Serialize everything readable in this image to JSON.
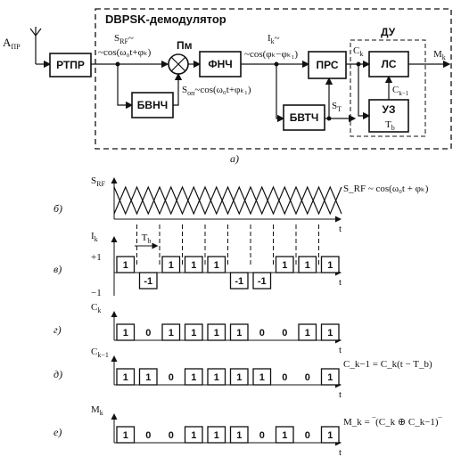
{
  "title": "DBPSK-демодулятор",
  "antenna_label": "A",
  "antenna_sub": "ПР",
  "blocks": {
    "rtpr": "РТПР",
    "pm": "Пм",
    "fnch": "ФНЧ",
    "prs": "ПРС",
    "du": "ДУ",
    "ls": "ЛС",
    "bvnch": "БВНЧ",
    "bvtch": "БВТЧ",
    "uz": "УЗ",
    "uz_tb": "T",
    "uz_tb_sub": "b"
  },
  "labels": {
    "srf": "S",
    "srf_sub": "RF",
    "srf_tilde": "~",
    "srf_expr": "~cos(ω₀t+φₖ)",
    "ik": "I",
    "ik_sub": "k",
    "ik_expr": "~cos(φₖ−φₖ₁)",
    "son": "S",
    "son_sub": "оп",
    "son_expr": "~cos(ω₀t+φₖ₁)",
    "st": "S",
    "st_sub": "T",
    "ck": "C",
    "ck_sub": "k",
    "ck1": "C",
    "ck1_sub": "k−1",
    "mk": "M",
    "mk_sub": "k"
  },
  "caption_a": "а)",
  "timing": {
    "rows": [
      {
        "id": "b",
        "letter": "б)",
        "name": "S",
        "name_sub": "RF",
        "formula": "S_RF ~ cos(ω₀t + φₖ)"
      },
      {
        "id": "v",
        "letter": "в)",
        "name": "I",
        "name_sub": "k",
        "plus": "+1",
        "minus": "−1",
        "tb": "T",
        "tb_sub": "b",
        "bits": [
          "1",
          "-1",
          "1",
          "1",
          "1",
          "-1",
          "-1",
          "1",
          "1",
          "1"
        ]
      },
      {
        "id": "g",
        "letter": "г)",
        "name": "C",
        "name_sub": "k",
        "bits": [
          "1",
          "0",
          "1",
          "1",
          "1",
          "1",
          "0",
          "0",
          "1",
          "1"
        ]
      },
      {
        "id": "d",
        "letter": "д)",
        "name": "C",
        "name_sub": "k−1",
        "formula": "C_k−1 = C_k(t − T_b)",
        "bits": [
          "1",
          "1",
          "0",
          "1",
          "1",
          "1",
          "1",
          "0",
          "0",
          "1"
        ]
      },
      {
        "id": "e",
        "letter": "е)",
        "name": "M",
        "name_sub": "k",
        "formula": "M_k = ‾(C_k ⊕ C_k−1)‾",
        "bits": [
          "1",
          "0",
          "0",
          "1",
          "1",
          "1",
          "0",
          "1",
          "0",
          "1"
        ]
      }
    ],
    "axis_t": "t"
  }
}
